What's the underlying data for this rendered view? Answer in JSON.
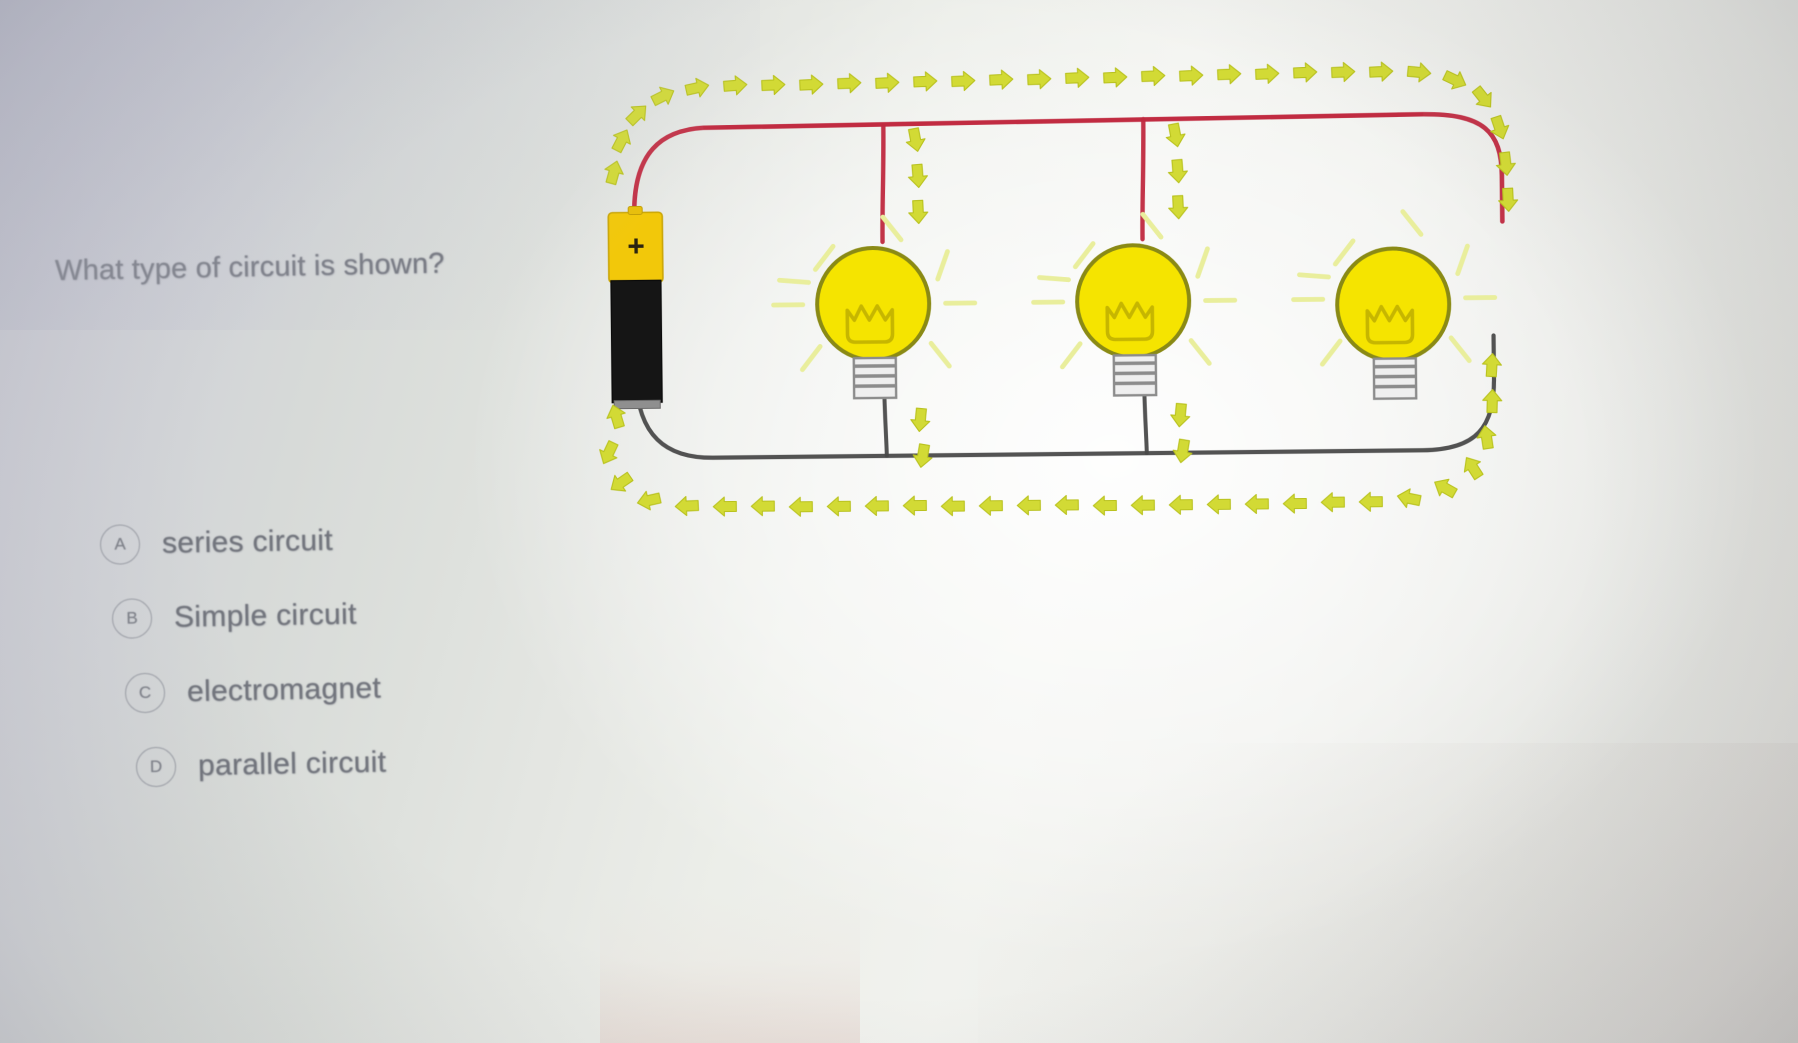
{
  "question": {
    "text": "What type of circuit is shown?"
  },
  "options": [
    {
      "letter": "A",
      "label": "series circuit"
    },
    {
      "letter": "B",
      "label": "Simple circuit"
    },
    {
      "letter": "C",
      "label": "electromagnet"
    },
    {
      "letter": "D",
      "label": "parallel circuit"
    }
  ],
  "figure": {
    "name": "parallel-circuit-diagram",
    "description": "Battery connected by a red top wire and a dark gray bottom wire to three glowing light bulbs wired in parallel, with yellow-green arrows showing current direction",
    "battery": {
      "polarity_marker": "+",
      "positive_terminal_color": "#f2c80a",
      "body_color": "#151515"
    },
    "bulbs": [
      {
        "id": "bulb-1",
        "glow": "on"
      },
      {
        "id": "bulb-2",
        "glow": "on"
      },
      {
        "id": "bulb-3",
        "glow": "on"
      }
    ],
    "current_arrows": {
      "color": "#cdd62a",
      "top_direction": "right",
      "bottom_direction": "left",
      "branch_direction": "down"
    }
  },
  "colors": {
    "background_left": "#c8c9d2",
    "background_right": "#dcdcd8",
    "wire_positive": "#c0293f",
    "wire_negative": "#4a4a4a",
    "bulb_fill": "#f5e400",
    "bulb_outline": "#8a8a15",
    "bulb_base": "#9a9a9a",
    "arrow_fill": "#d2da35",
    "ray_color": "#e6ec9a",
    "text": "#72757d"
  }
}
